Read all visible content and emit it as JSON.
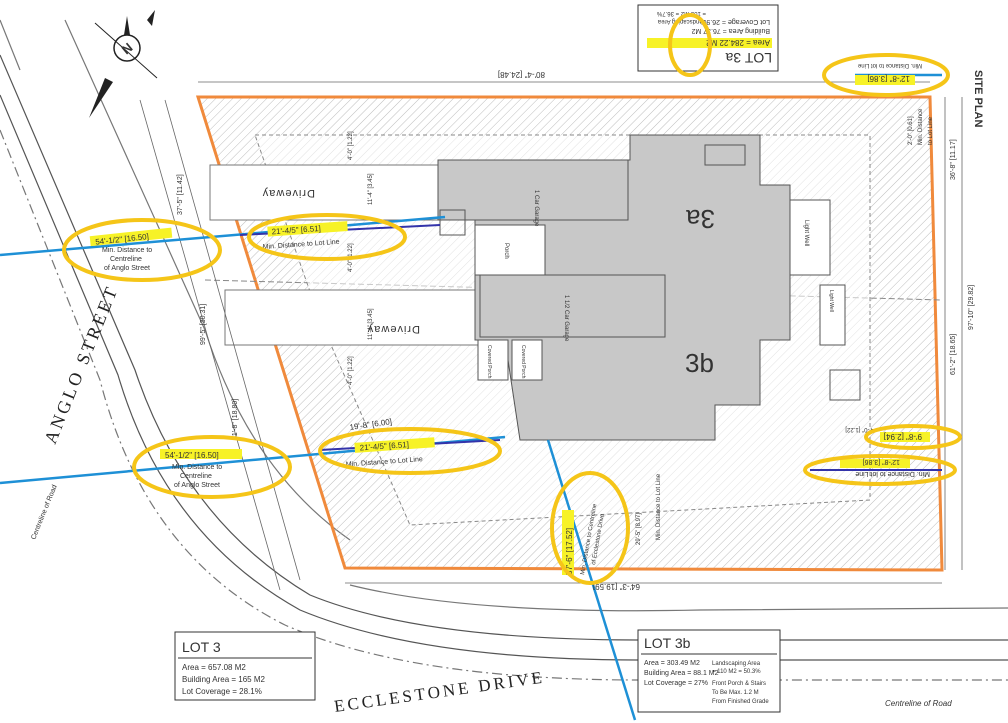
{
  "title": "SITE PLAN",
  "streets": {
    "anglo": "ANGLO STREET",
    "ecclestone": "ECCLESTONE DRIVE",
    "centreline_left": "Centreline of Road",
    "centreline_bottom": "Centreline of Road"
  },
  "lots": {
    "lot3": {
      "name": "LOT 3",
      "area": "Area = 657.08 M2",
      "building_area": "Building Area = 165 M2",
      "lot_coverage": "Lot Coverage = 28.1%"
    },
    "lot3a": {
      "name": "LOT 3a",
      "area": "Area = 284.22 M2",
      "building_area": "Building Area = 76.37 M2",
      "lot_coverage": "Lot Coverage = 26.9%",
      "landscaping": "Landscaping Area",
      "landscaping_val": "= 103 M2 = 36.7%"
    },
    "lot3b": {
      "name": "LOT 3b",
      "area": "Area = 303.49 M2",
      "building_area": "Building Area = 88.1 M2",
      "lot_coverage": "Lot Coverage = 27%",
      "landscaping": "Landscaping Area",
      "landscaping_val": "= 110 M2 = 50.3%",
      "porch1": "Front Porch & Stairs",
      "porch2": "To Be Max. 1.2 M",
      "porch3": "From Finished Grade"
    }
  },
  "units": {
    "unit_a": "3a",
    "unit_b": "3b"
  },
  "rooms": {
    "garage_a": "1 Car Garage",
    "garage_b": "1 1/2 Car Garage",
    "porch_a": "Porch",
    "porch_b": "Covered Porch",
    "porch_c": "Covered Porch",
    "lightwell_a": "Light Well",
    "lightwell_b": "Light Well"
  },
  "driveways": {
    "upper": "Driveway",
    "lower": "Driveway"
  },
  "dims": {
    "top": "80'-4\" [24.48]",
    "bottom": "64'-3\" [19.59]",
    "right_upper": "36'-8\" [11.17]",
    "right_lower": "61'-2\" [18.65]",
    "right_total": "97'-10\" [29.82]",
    "left_upper": "37'-5\" [11.42]",
    "left_total": "99'-5\" [30.31]",
    "left_lower": "61'-8\" [18.80]",
    "front_lower": "19'-8\" [6.00]",
    "d_a1": "4'-0\" [1.22]",
    "d_a2": "11'-4\" [3.45]",
    "d_b1": "11'-4\" [3.45]",
    "d_b2": "4'-0\" [1.22]",
    "d_mid": "4'-0\" [1.22]",
    "d_r1": "4'-0\" [1.22]",
    "setback_top_a": "2'-0\" [0.61]",
    "setback_top_b": "Min. Distance",
    "setback_top_c": "to Lot Line",
    "setback_bot_note": "Min. Distance to Lot Line",
    "setback_bot_val": "29'-5\" [8.97]"
  },
  "annotations": {
    "anglo_upper_val": "54'-1/2\" [16.50]",
    "anglo_upper_l1": "Min. Distance to",
    "anglo_upper_l2": "Centreline",
    "anglo_upper_l3": "of Anglo Street",
    "anglo_lower_val": "54'-1/2\" [16.50]",
    "anglo_lower_l1": "Min. Distance to",
    "anglo_lower_l2": "Centreline",
    "anglo_lower_l3": "of Anglo Street",
    "lotline_upper_val": "21'-4/5\" [6.51]",
    "lotline_upper_l": "Min. Distance to Lot Line",
    "lotline_lower_val": "21'-4/5\" [6.51]",
    "lotline_lower_l": "Min. Distance to Lot Line",
    "eccl_val": "57'-6\" [17.52]",
    "eccl_l1": "Min. Distance to Centreline",
    "eccl_l2": "of Ecclestone Drive",
    "right_top_val": "12'-8\" [3.86]",
    "right_top_l": "Min. Distance to lot Line",
    "right_mid_val": "9'-8\" [2.94]",
    "right_low_val": "12'-8\" [3.86]",
    "right_low_l": "Min. Distance to lot Line"
  },
  "colors": {
    "lot_line": "#f08a3c",
    "callout": "#f5c518",
    "highlight": "#f7f227",
    "road_line": "#1e90d6",
    "building": "#c8c8c8",
    "setback_line": "#3333aa"
  }
}
